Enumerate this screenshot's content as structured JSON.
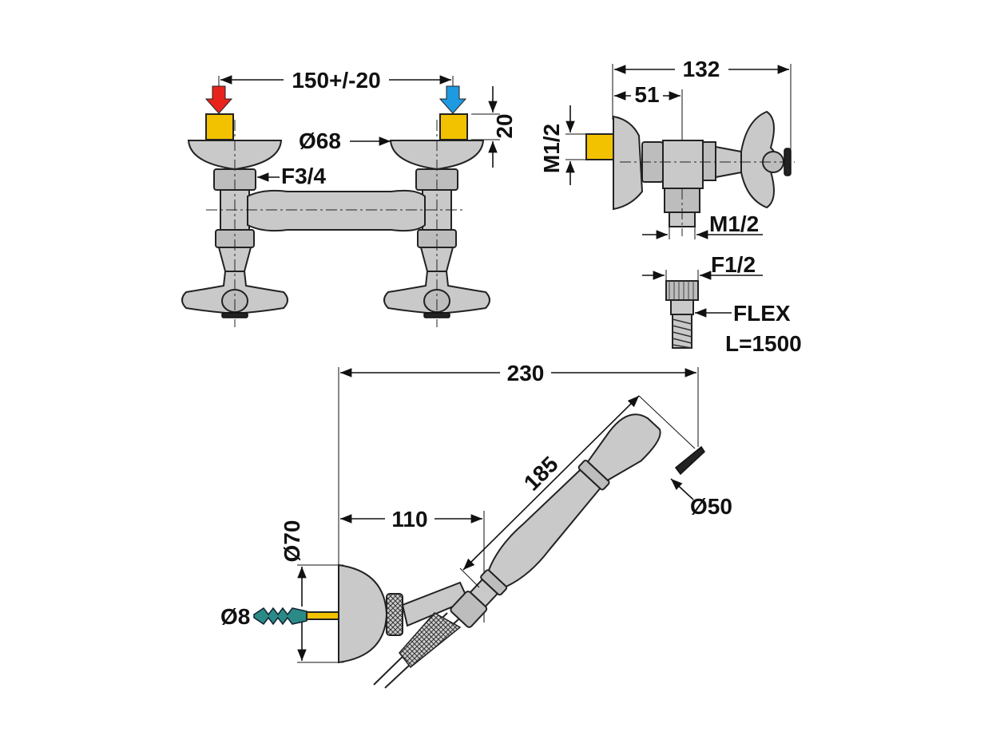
{
  "labels": {
    "spacing": "150+/-20",
    "height20": "20",
    "dia68": "Ø68",
    "f34": "F3/4",
    "w132": "132",
    "w51": "51",
    "m12_side": "M1/2",
    "m12_bottom": "M1/2",
    "f12": "F1/2",
    "flex": "FLEX",
    "flex_length": "L=1500",
    "w230": "230",
    "len185": "185",
    "dia50": "Ø50",
    "w110": "110",
    "dia70": "Ø70",
    "dia8": "Ø8"
  },
  "colors": {
    "hot_arrow": "#e8231c",
    "cold_arrow": "#1e9ae0",
    "brass": "#f2c200",
    "chrome": "#c9c9c9",
    "wall_plug": "#2a8a86",
    "ink": "#111111"
  },
  "icons": {
    "hot": "hot-water-arrow-icon",
    "cold": "cold-water-arrow-icon"
  }
}
